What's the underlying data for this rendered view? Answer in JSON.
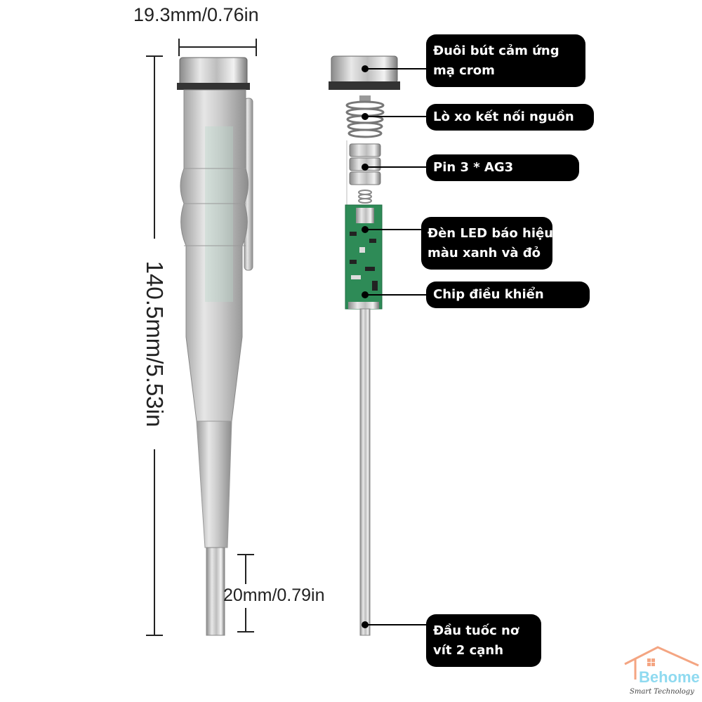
{
  "dimensions": {
    "width": "19.3mm/0.76in",
    "length": "140.5mm/5.53in",
    "tip_length": "20mm/0.79in"
  },
  "labels": [
    {
      "lines": [
        "Đuôi bút cảm ứng",
        "mạ crom"
      ]
    },
    {
      "lines": [
        "Lò xo kết nối nguồn"
      ]
    },
    {
      "lines": [
        "Pin 3 * AG3"
      ]
    },
    {
      "lines": [
        "Đèn LED báo hiệu",
        "màu xanh và đỏ"
      ]
    },
    {
      "lines": [
        "Chip điều khiển"
      ]
    },
    {
      "lines": [
        "Đầu tuốc nơ",
        "vít 2 cạnh"
      ]
    }
  ],
  "logo": {
    "name": "Behome",
    "tagline": "Smart Technology"
  },
  "colors": {
    "label_bg": "#000000",
    "pcb": "#2e8b57",
    "logo_roof": "#f4a582",
    "logo_text": "#8fdaf0"
  }
}
